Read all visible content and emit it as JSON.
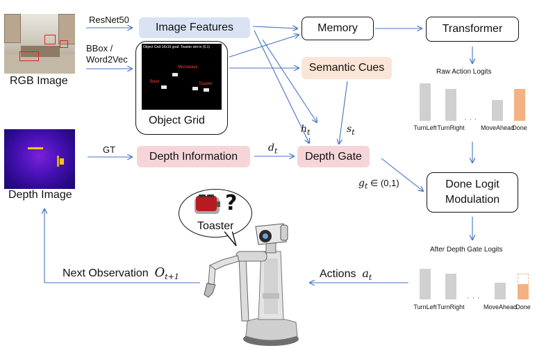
{
  "inputs": {
    "rgb_image_label": "RGB Image",
    "depth_image_label": "Depth Image",
    "object_grid_label": "Object Grid"
  },
  "edges": {
    "resnet50": "ResNet50",
    "bbox_line1": "BBox /",
    "bbox_line2": "Word2Vec",
    "gt": "GT",
    "h_t": "h",
    "h_sub": "t",
    "s_t": "s",
    "s_sub": "t",
    "d_t": "d",
    "d_sub": "t",
    "g_t": "g",
    "g_sub": "t",
    "g_range": "∈ (0,1)",
    "actions_label": "Actions",
    "a_t": "a",
    "a_sub": "t",
    "next_obs_label": "Next Observation",
    "o_t": "O",
    "o_sub": "t+1"
  },
  "nodes": {
    "image_features": "Image Features",
    "memory": "Memory",
    "transformer": "Transformer",
    "semantic_cues": "Semantic Cues",
    "depth_information": "Depth Information",
    "depth_gate": "Depth Gate",
    "done_logit_line1": "Done Logit",
    "done_logit_line2": "Modulation"
  },
  "object_grid": {
    "header": "Object Grid 16x16  goal: Toaster  win:in (0,1)",
    "labels": [
      "Microwave",
      "Bowl",
      "Toaster"
    ]
  },
  "speech": {
    "text": "Toaster"
  },
  "colors": {
    "arrow": "#4472c4",
    "bar_gray": "#d0d0d0",
    "bar_done": "#f4b183",
    "image_features_fill": "#dae3f3",
    "depth_fill": "#f6d5d8",
    "semantic_fill": "#fbe5d6"
  },
  "chart_data": [
    {
      "type": "bar",
      "title": "Raw Action Logits",
      "categories": [
        "TurnLeft",
        "TurnRight",
        "…",
        "MoveAhead",
        "Done"
      ],
      "values": [
        1.0,
        0.85,
        null,
        0.55,
        0.85
      ],
      "highlight": "Done",
      "ellipsis_marker": "· · ·"
    },
    {
      "type": "bar",
      "title": "After Depth Gate Logits",
      "categories": [
        "TurnLeft",
        "TurnRight",
        "…",
        "MoveAhead",
        "Done"
      ],
      "values": [
        1.0,
        0.85,
        null,
        0.55,
        0.5
      ],
      "highlight": "Done",
      "done_original_outline": 0.85,
      "ellipsis_marker": "· · ·"
    }
  ]
}
